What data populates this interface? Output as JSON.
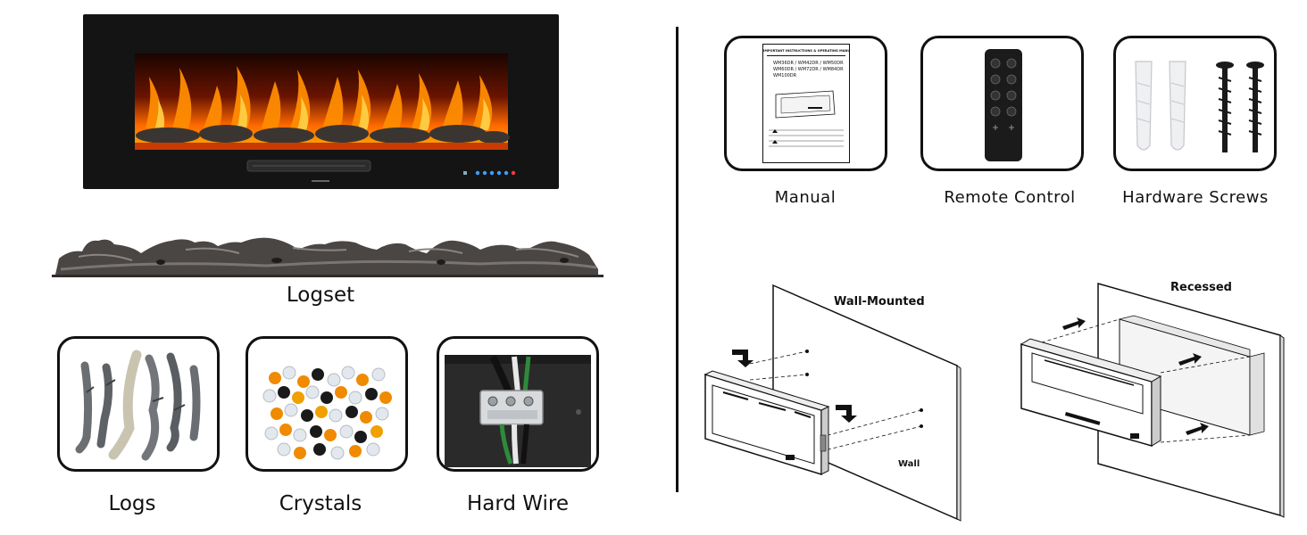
{
  "left": {
    "logset_label": "Logset",
    "logs_label": "Logs",
    "crystals_label": "Crystals",
    "hard_wire_label": "Hard Wire"
  },
  "right": {
    "manual_label": "Manual",
    "remote_label": "Remote Control",
    "screws_label": "Hardware Screws",
    "manual_doc": {
      "header": "IMPORTANT INSTRUCTIONS & OPERATING MANUAL",
      "models_line1": "WM36DR / WM42DR / WM50DR",
      "models_line2": "WM60DR / WM72DR / WM84DR",
      "models_line3": "WM100DR"
    },
    "install": {
      "wall_mounted_label": "Wall-Mounted",
      "wall_label": "Wall",
      "recessed_label": "Recessed"
    }
  },
  "colors": {
    "fireplace_frame": "#141414",
    "flame_orange": "#ff7a00",
    "ember_red": "#d42000",
    "outline": "#111111"
  }
}
